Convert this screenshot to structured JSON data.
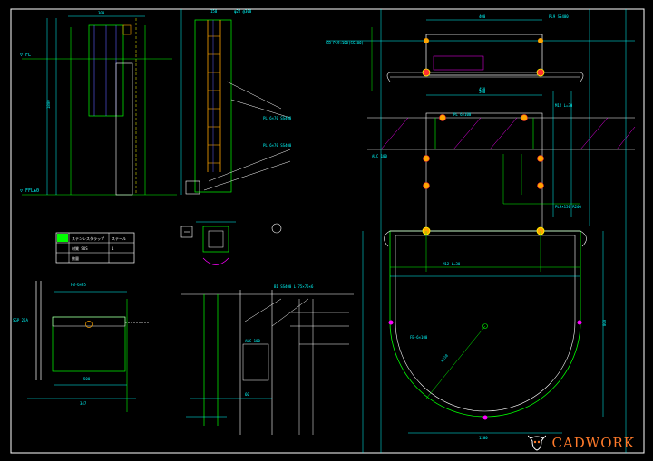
{
  "drawing": {
    "background": "#000000",
    "colors": {
      "frame": "#ffffff",
      "geometry": "#00ff00",
      "dimension": "#00ffff",
      "member": "#ffffff",
      "hidden": "#ffff00",
      "bolt": "#ffa500",
      "accent": "#ff00ff",
      "magenta": "#cc00cc",
      "red": "#ff3030",
      "blue": "#6060ff"
    }
  },
  "labels": {
    "top_left": {
      "fl": "▽ FL",
      "ffl": "▽ FFL±0",
      "note_1": "PL 6×70 SS400",
      "note_2": "PL 6×70 SS400",
      "note_3": "φ22 @300",
      "dim_1": "1800",
      "dim_2": "300",
      "dim_3": "150"
    },
    "title_block": {
      "row1a": "ステンレスタラップ",
      "row1b": "ステール",
      "row2a": "材質 SUS",
      "row2b": "1",
      "row3a": "数量"
    },
    "plan_top": {
      "note_a": "CB PL9×100(SS400)",
      "note_b": "PL9 SS400",
      "note_c": "PL 6×100",
      "note_d": "M12 L=30",
      "note_e": "ALC 100",
      "note_f": "PL9×150 R200",
      "dim_1": "400",
      "dim_2": "450",
      "dim_3": "500"
    },
    "plan_bottom": {
      "r1": "R610",
      "note_a": "FB-6×100",
      "note_b": "M12 L=30",
      "dim_w": "1200",
      "dim_h": "800"
    },
    "detail_left": {
      "note_a": "FB-6×65",
      "note_b": "SGP 25A",
      "dim_a": "500",
      "dim_b": "347"
    },
    "detail_mid": {
      "note_a": "B1 SS400 L-75×75×6",
      "note_b": "ALC 100",
      "dim_a": "60"
    },
    "brand": "CADWORK",
    "brand_icon": "cow-skull-icon"
  }
}
